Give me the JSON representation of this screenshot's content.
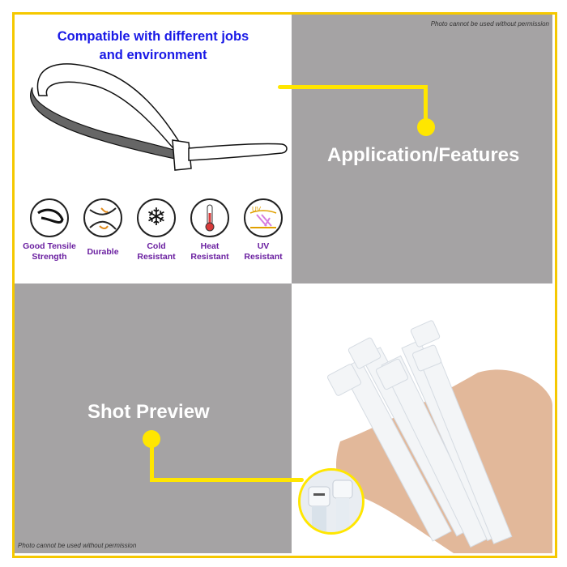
{
  "headline": {
    "line1": "Compatible with different jobs",
    "line2": "and environment"
  },
  "watermark": "Photo cannot be used without permission",
  "sections": {
    "application": "Application/Features",
    "shot": "Shot Preview"
  },
  "features": [
    {
      "icon": "tensile-strength-icon",
      "label1": "Good Tensile",
      "label2": "Strength"
    },
    {
      "icon": "durable-icon",
      "label1": "Durable",
      "label2": ""
    },
    {
      "icon": "snowflake-icon",
      "label1": "Cold",
      "label2": "Resistant"
    },
    {
      "icon": "thermometer-icon",
      "label1": "Heat",
      "label2": "Resistant"
    },
    {
      "icon": "uv-sun-icon",
      "label1": "UV",
      "label2": "Resistant",
      "badge": "UV"
    }
  ],
  "colors": {
    "frame": "#f5c800",
    "connector": "#ffe600",
    "panel_gray": "#a5a3a4",
    "headline_blue": "#1a1ae6",
    "feature_purple": "#6a1fa0"
  }
}
